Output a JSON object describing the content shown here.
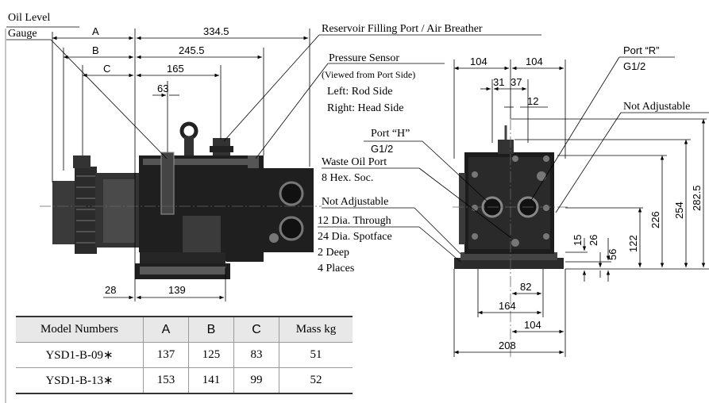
{
  "side_view": {
    "oil_level_gauge": [
      "Oil Level",
      "Gauge"
    ],
    "dim_A": "A",
    "dim_B": "B",
    "dim_C": "C",
    "dim_334": "334.5",
    "dim_245": "245.5",
    "dim_165": "165",
    "dim_63": "63",
    "dim_28": "28",
    "dim_139": "139",
    "reservoir_label": "Reservoir Filling Port / Air Breather",
    "pressure_sensor": "Pressure Sensor",
    "viewed_from": "(Viewed from Port Side)",
    "left_rod": "Left: Rod Side",
    "right_head": "Right: Head Side",
    "port_h": "Port “H”",
    "port_h_size": "G1/2",
    "waste_oil": "Waste Oil Port",
    "hex_soc": "8 Hex. Soc.",
    "not_adjustable_left": "Not Adjustable",
    "mount_hole": [
      "12 Dia. Through",
      "24 Dia. Spotface",
      "2 Deep",
      "4 Places"
    ]
  },
  "front_view": {
    "dim_104a": "104",
    "dim_104b": "104",
    "dim_31": "31",
    "dim_37": "37",
    "dim_12": "12",
    "port_r": "Port “R”",
    "port_r_size": "G1/2",
    "not_adjustable_right": "Not Adjustable",
    "dim_226": "226",
    "dim_254": "254",
    "dim_282": "282.5",
    "dim_15": "15",
    "dim_26": "26",
    "dim_56": "56",
    "dim_122": "122",
    "dim_82": "82",
    "dim_164": "164",
    "dim_104c": "104",
    "dim_208": "208"
  },
  "table": {
    "headers": [
      "Model Numbers",
      "A",
      "B",
      "C",
      "Mass kg"
    ],
    "rows": [
      [
        "YSD1-B-09∗",
        "137",
        "125",
        "83",
        "51"
      ],
      [
        "YSD1-B-13∗",
        "153",
        "141",
        "99",
        "52"
      ]
    ]
  }
}
